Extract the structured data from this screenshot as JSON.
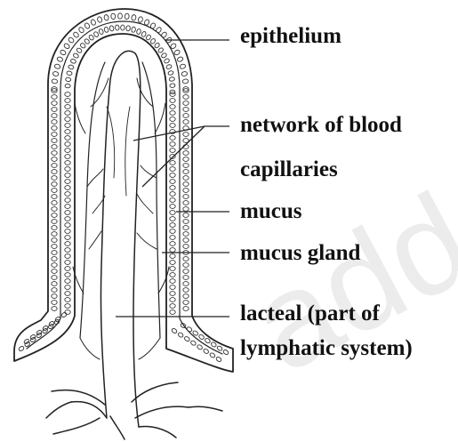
{
  "watermark": "adda",
  "labels": {
    "epithelium": "epithelium",
    "blood_line1": "network of blood",
    "blood_line2": "capillaries",
    "mucus": "mucus",
    "mucus_gland": "mucus gland",
    "lacteal_line1": "lacteal (part of",
    "lacteal_line2": "lymphatic system)"
  },
  "colors": {
    "ink": "#222222",
    "text": "#111111"
  }
}
